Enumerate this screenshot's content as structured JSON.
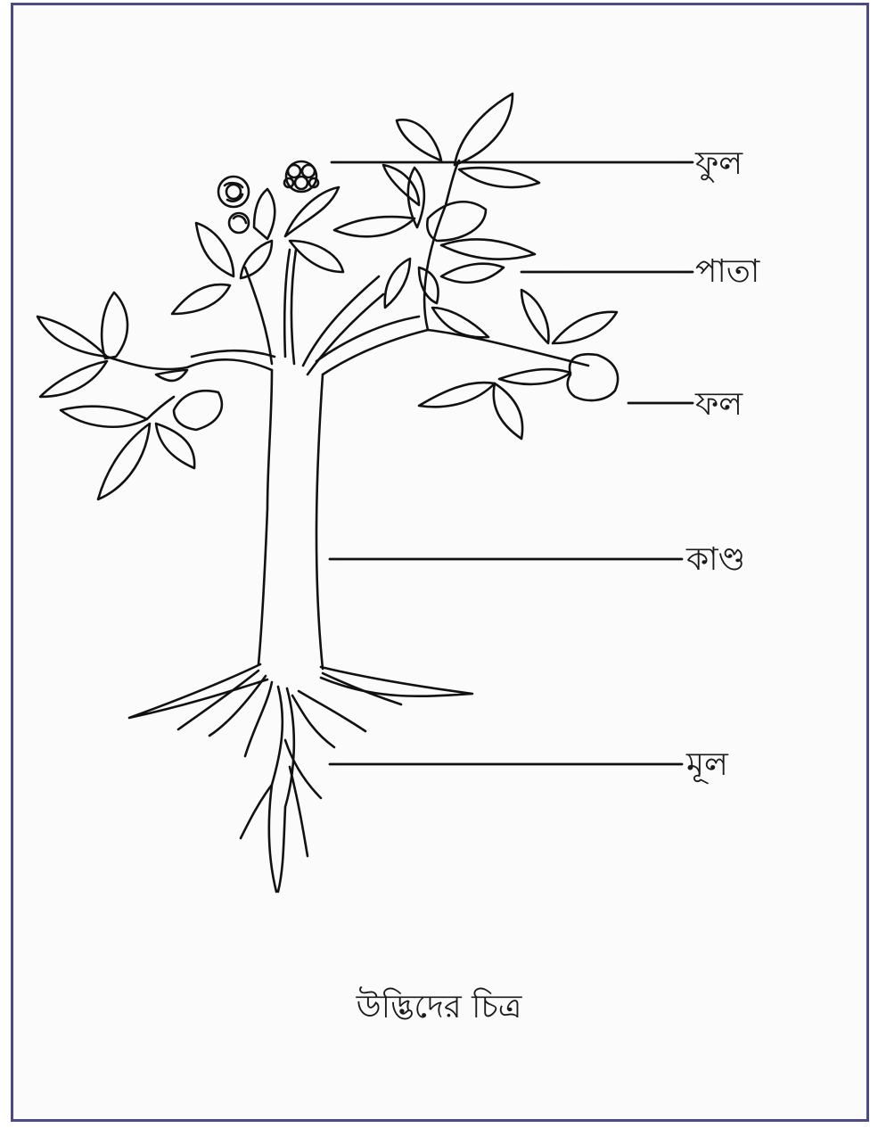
{
  "labels": {
    "flower": "ফুল",
    "leaf": "পাতা",
    "fruit": "ফল",
    "stem": "কাণ্ড",
    "root": "মূল"
  },
  "caption": "উদ্ভিদের চিত্র",
  "colors": {
    "frame": "#4b4a86",
    "ink": "#111111"
  }
}
